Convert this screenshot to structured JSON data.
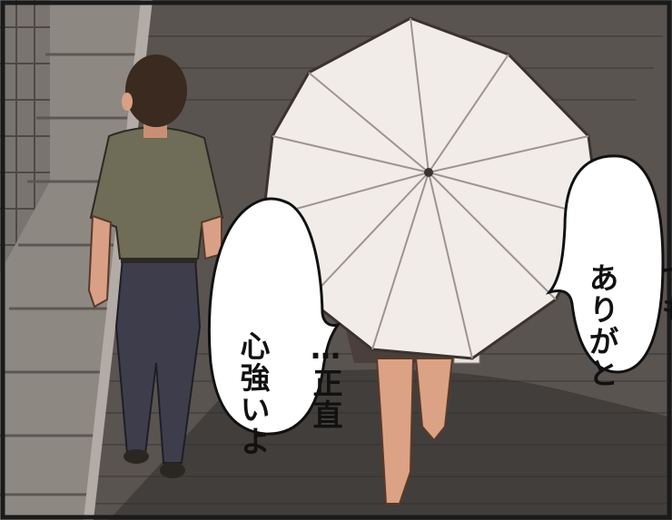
{
  "panel": {
    "scene": "manga-panel-rainy-street",
    "colors": {
      "frame": "#1a1a1a",
      "road_dark": "#4a4541",
      "road_mid": "#6c6661",
      "sidewalk": "#8b8580",
      "umbrella": "#f1ece8",
      "umbrella_shadow": "#d8cfca",
      "shirt": "#6f6c57",
      "pants": "#3d3c4a",
      "skin": "#d9a085",
      "hair": "#3a2a20",
      "bubble_fill": "#ffffff",
      "bubble_stroke": "#111111"
    }
  },
  "dialogue": {
    "left_bubble": {
      "lines": [
        "…正直",
        "心強いよ"
      ]
    },
    "right_bubble": {
      "lines": [
        "でも",
        "ありがと"
      ]
    }
  }
}
